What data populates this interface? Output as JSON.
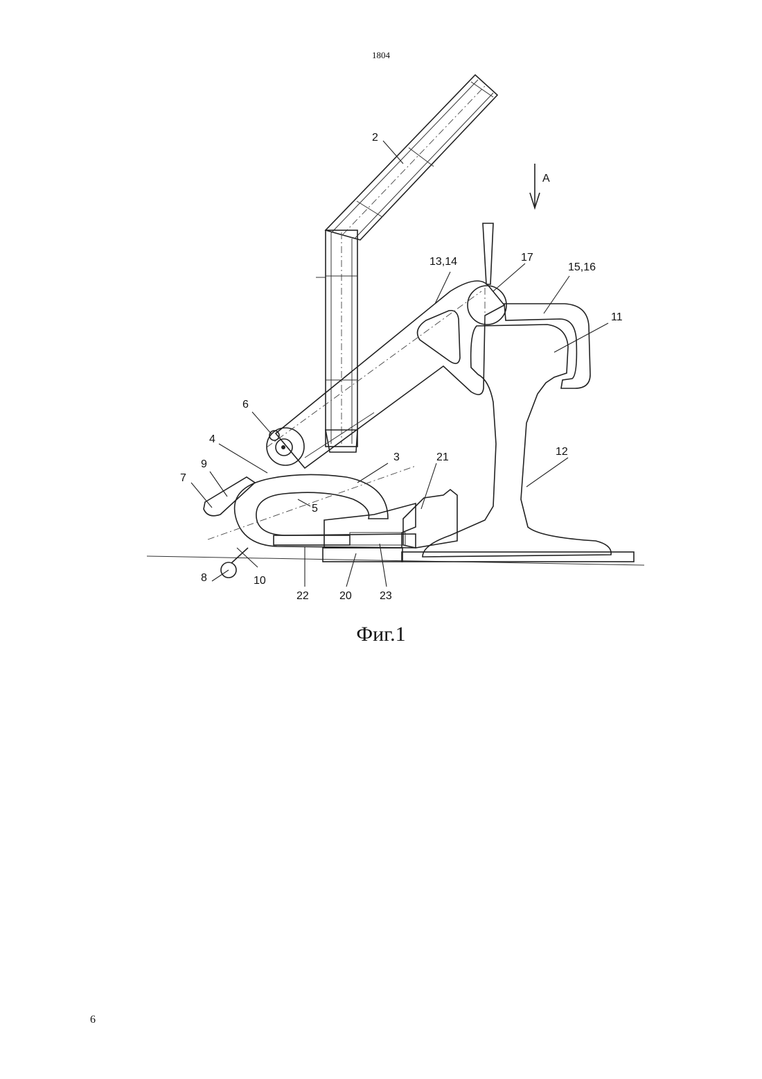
{
  "header": {
    "doc_number": "1804"
  },
  "figure": {
    "caption": "Фиг.1",
    "arrow_label": "А",
    "labels": [
      "2",
      "13,14",
      "17",
      "15,16",
      "11",
      "6",
      "4",
      "9",
      "7",
      "3",
      "21",
      "5",
      "12",
      "8",
      "10",
      "22",
      "20",
      "23"
    ]
  },
  "footer": {
    "page_number": "6"
  }
}
